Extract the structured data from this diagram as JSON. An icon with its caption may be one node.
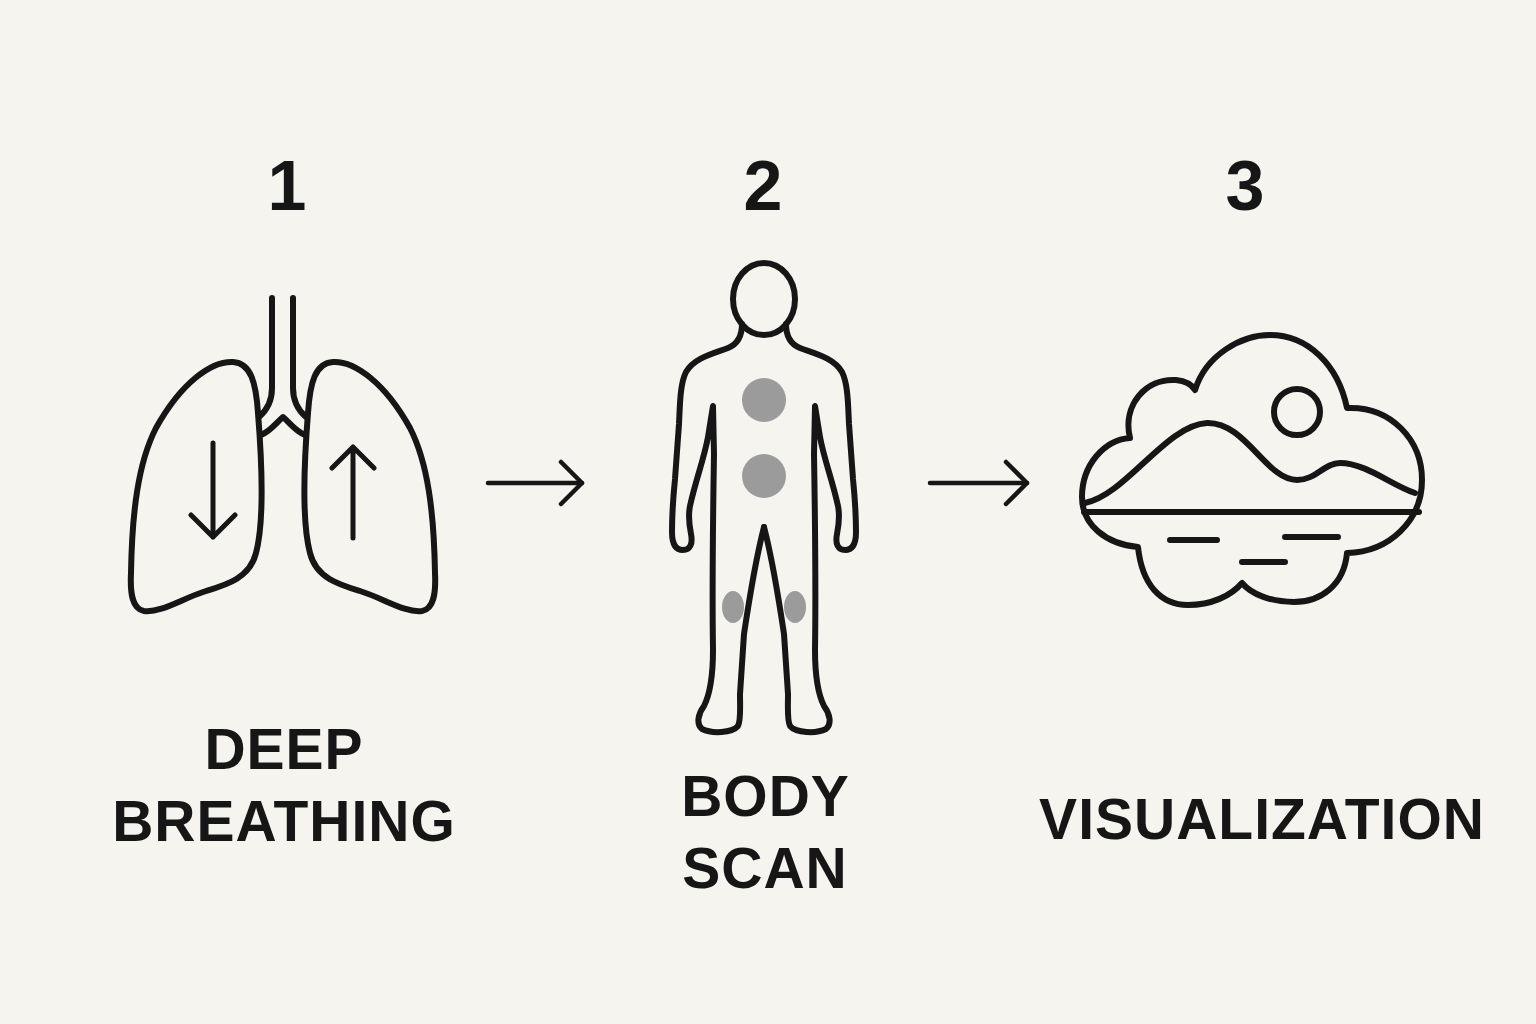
{
  "diagram": {
    "nodes": [
      {
        "text": [],
        "shape": "picture",
        "beside": [
          "1",
          "DEEP BREATHING"
        ]
      },
      {
        "text": [],
        "shape": "picture",
        "beside": [
          "2",
          "BODY SCAN"
        ]
      },
      {
        "text": [],
        "shape": "picture",
        "beside": [
          "3",
          "VISUALIZATION"
        ]
      }
    ],
    "edges": [
      {
        "from": 0,
        "to": 1,
        "arrow": "to"
      },
      {
        "from": 1,
        "to": 2,
        "arrow": "to"
      }
    ]
  }
}
